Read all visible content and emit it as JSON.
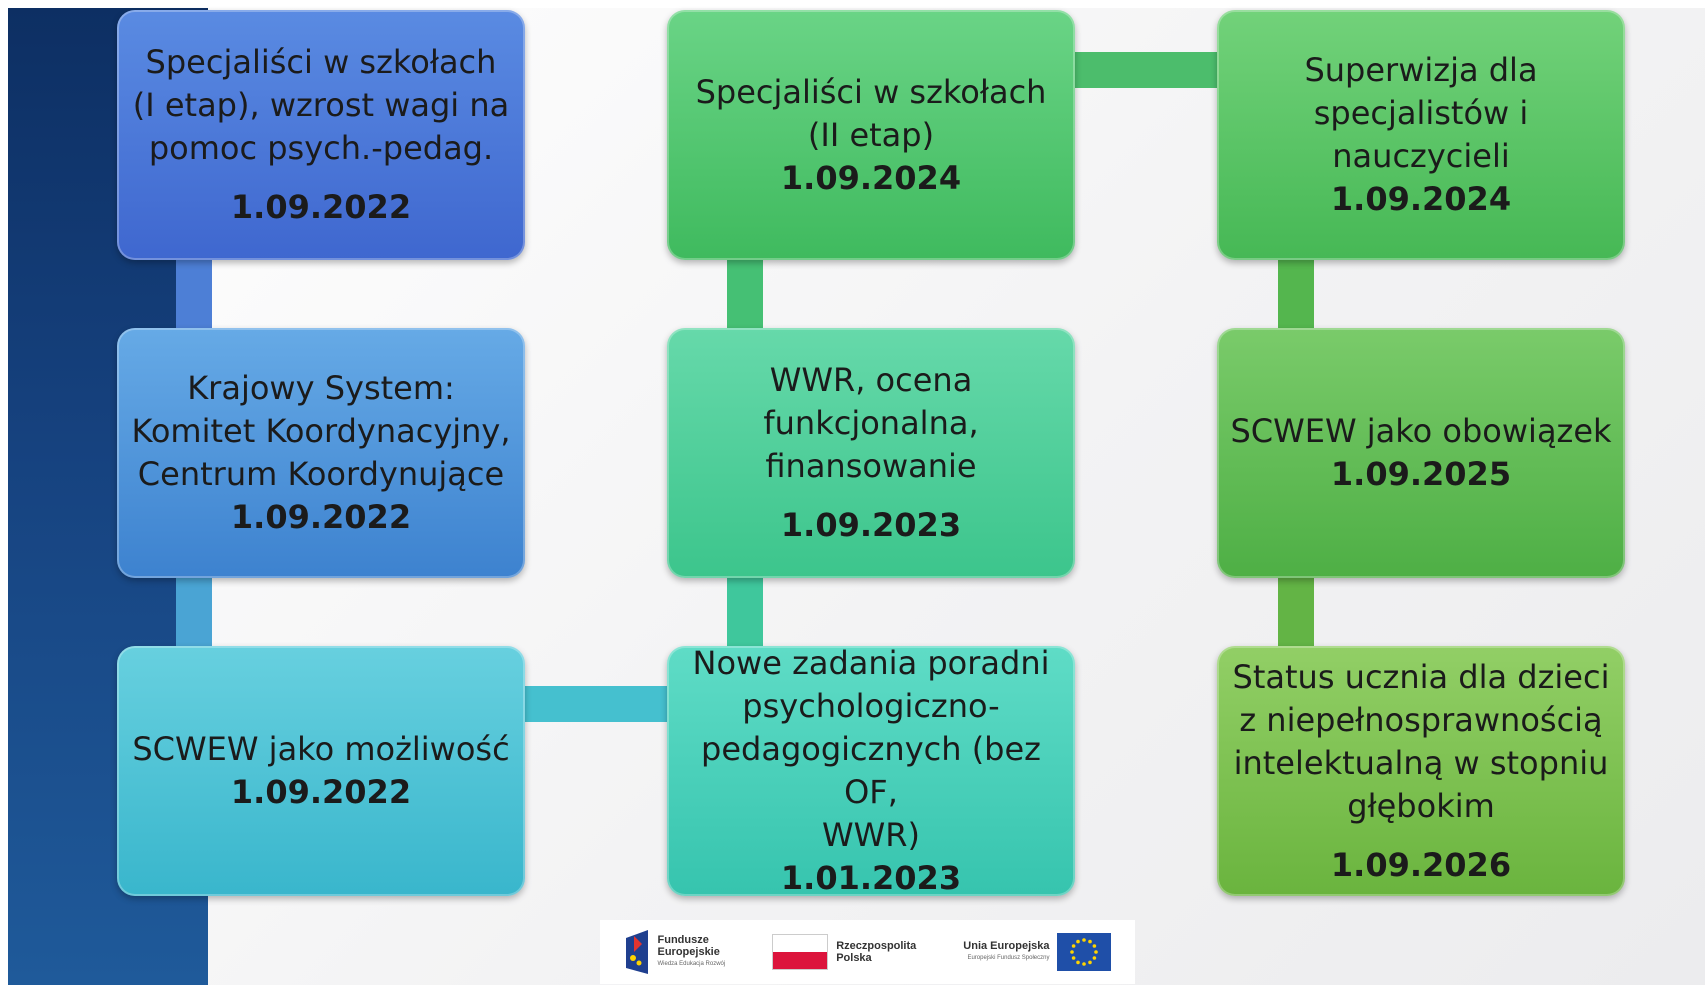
{
  "boxes": {
    "b1": {
      "text": "Specjaliści w szkołach\n(I etap), wzrost wagi na\npomoc psych.-pedag.",
      "date": "1.09.2022"
    },
    "b2": {
      "text": "Krajowy System:\nKomitet Koordynacyjny,\nCentrum Koordynujące",
      "date": "1.09.2022"
    },
    "b3": {
      "text": "SCWEW jako możliwość",
      "date": "1.09.2022"
    },
    "b4": {
      "text": "Nowe zadania poradni\npsychologiczno-\npedagogicznych (bez OF,\nWWR)",
      "date": "1.01.2023"
    },
    "b5": {
      "text": "WWR, ocena\nfunkcjonalna,\nfinansowanie",
      "date": "1.09.2023"
    },
    "b6": {
      "text": "Specjaliści w szkołach\n(II etap)",
      "date": "1.09.2024"
    },
    "b7": {
      "text": "Superwizja dla\nspecjalistów  i\nnauczycieli",
      "date": "1.09.2024"
    },
    "b8": {
      "text": "SCWEW jako obowiązek",
      "date": "1.09.2025"
    },
    "b9": {
      "text": "Status ucznia dla dzieci\nz niepełnosprawnością\nintelektualną w stopniu\ngłębokim",
      "date": "1.09.2026"
    }
  },
  "footer": {
    "logo1_line1": "Fundusze",
    "logo1_line2": "Europejskie",
    "logo1_sub": "Wiedza Edukacja Rozwój",
    "logo2_line1": "Rzeczpospolita",
    "logo2_line2": "Polska",
    "logo3_line1": "Unia Europejska",
    "logo3_sub": "Europejski Fundusz Społeczny"
  },
  "colors": {
    "b1": [
      "#5a8be2",
      "#3f67cf"
    ],
    "b2": [
      "#66aae6",
      "#3d82cf"
    ],
    "b3": [
      "#67d0df",
      "#39b6cc"
    ],
    "b4": [
      "#5fdcc6",
      "#36c4ae"
    ],
    "b5": [
      "#66d9aa",
      "#3cc58c"
    ],
    "b6": [
      "#6ad486",
      "#3fba5e"
    ],
    "b7": [
      "#72d27a",
      "#46b855"
    ],
    "b8": [
      "#7acb6a",
      "#4eaf45"
    ],
    "b9": [
      "#92cf66",
      "#6ab43e"
    ]
  }
}
